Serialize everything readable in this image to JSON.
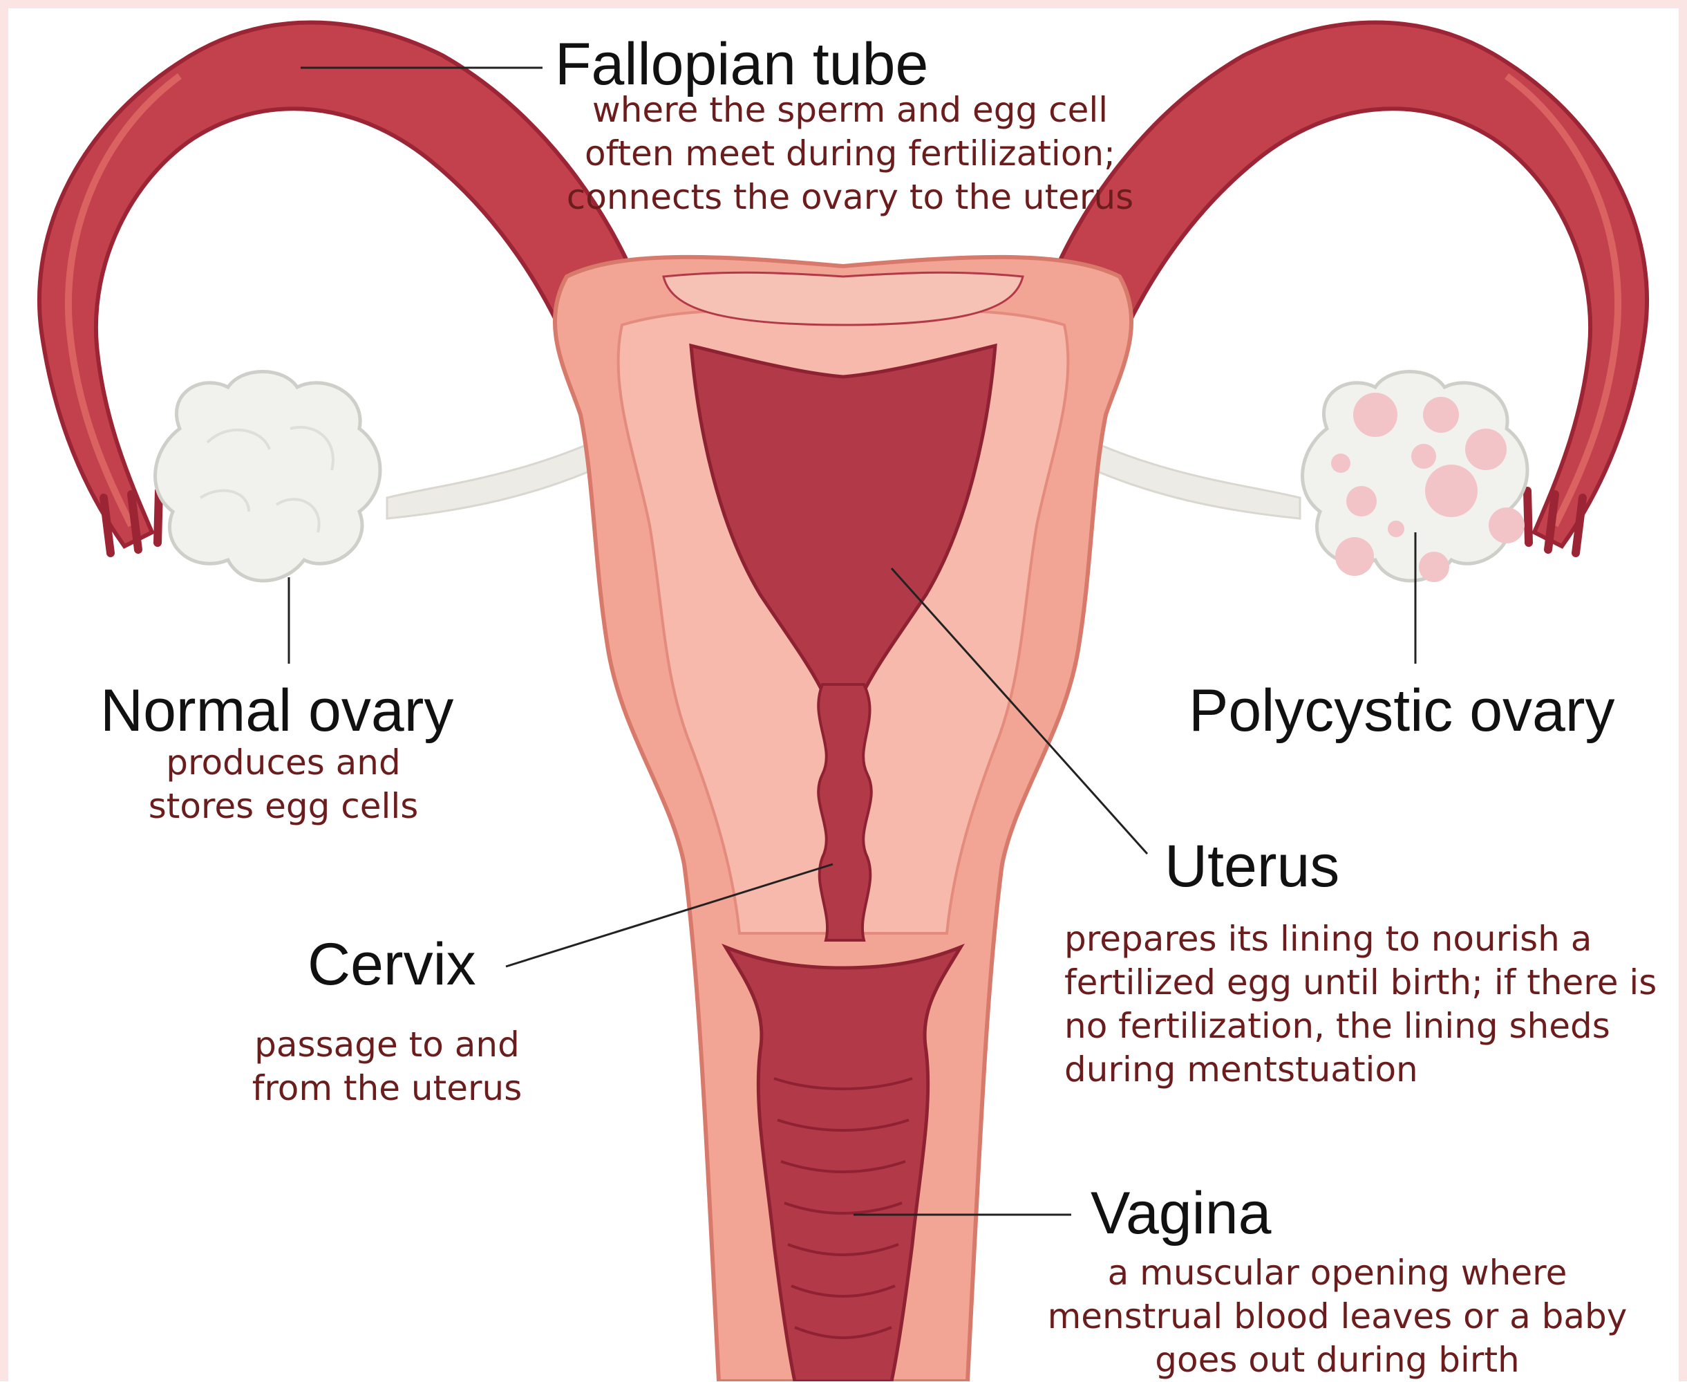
{
  "colors": {
    "frame": "#fbe4e4",
    "tube": "#c2414d",
    "tube_dark": "#9c2535",
    "outline": "#d77a6b",
    "uterus_outer": "#f2a595",
    "uterus_mid": "#f7b9ab",
    "cavity": "#b23a48",
    "ovary": "#f1f1ee",
    "cyst": "#f2c4c8",
    "text_title": "#111111",
    "text_desc": "#6b1d1d"
  },
  "labels": {
    "fallopian": {
      "title": "Fallopian tube",
      "lines": [
        "where the sperm and egg cell",
        "often meet during fertilization;",
        "connects the ovary to the uterus"
      ]
    },
    "normal_ovary": {
      "title": "Normal ovary",
      "lines": [
        "produces and",
        "stores egg cells"
      ]
    },
    "polycystic_ovary": {
      "title": "Polycystic ovary",
      "lines": []
    },
    "uterus": {
      "title": "Uterus",
      "lines": [
        "prepares its lining to nourish a",
        "fertilized egg until birth; if there is",
        "no fertilization, the lining sheds",
        "during mentstuation"
      ]
    },
    "cervix": {
      "title": "Cervix",
      "lines": [
        "passage to and",
        "from the uterus"
      ]
    },
    "vagina": {
      "title": "Vagina",
      "lines": [
        "a muscular opening where",
        "menstrual blood leaves or a baby",
        "goes out during birth"
      ]
    }
  }
}
